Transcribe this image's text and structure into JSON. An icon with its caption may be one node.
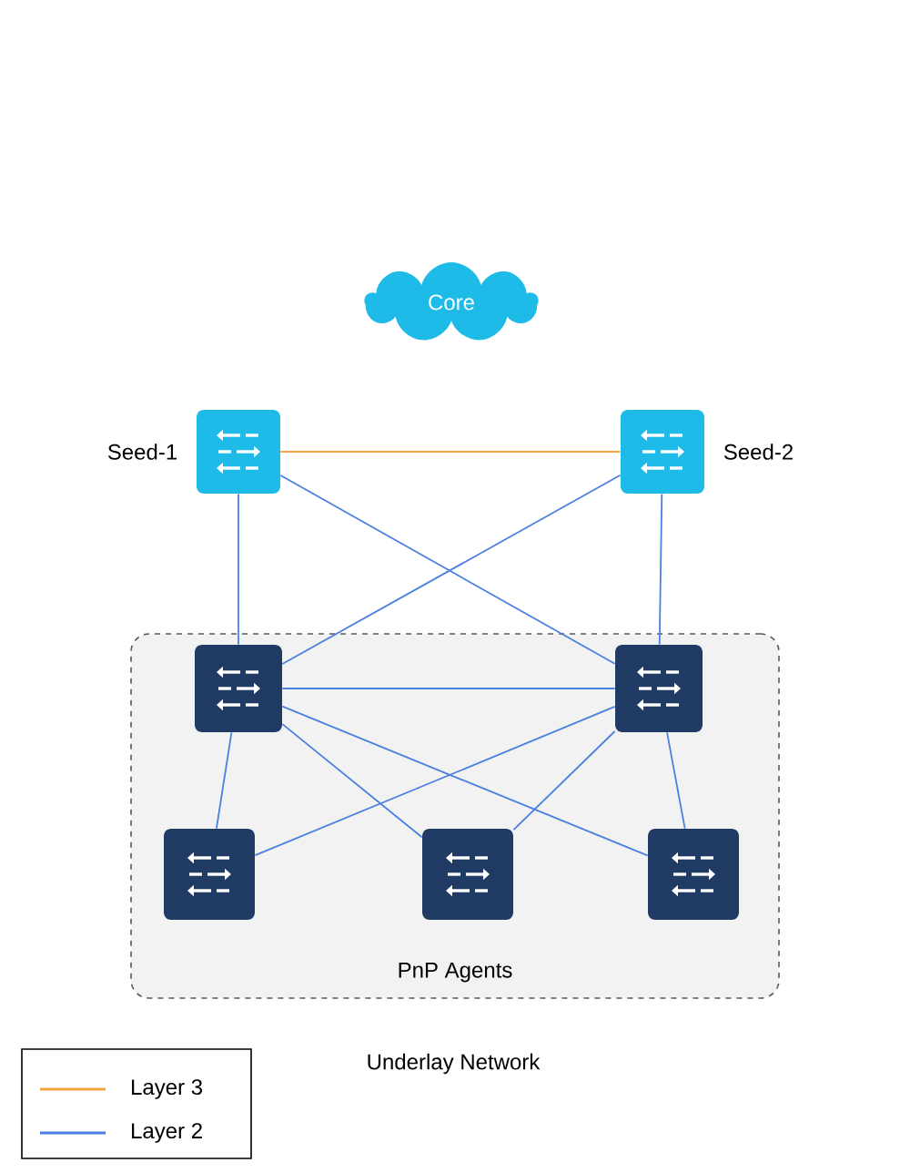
{
  "diagram": {
    "nodes": [
      {
        "text": [
          "Core"
        ]
      },
      {
        "text": [
          "Seed-1"
        ]
      },
      {
        "text": [
          "Seed-2"
        ]
      },
      {
        "text": [
          "PnP Agents"
        ]
      },
      {
        "text": [],
        "shape": "box",
        "in": 3
      },
      {
        "text": [],
        "shape": "box",
        "in": 3
      },
      {
        "text": [],
        "shape": "box",
        "in": 3
      },
      {
        "text": [],
        "shape": "box",
        "in": 3
      },
      {
        "text": [],
        "shape": "box",
        "in": 3
      }
    ],
    "edges": [
      {
        "from": 1,
        "to": 2,
        "arrow": "none",
        "color": "#f5a340"
      },
      {
        "from": 1,
        "to": 4,
        "arrow": "none"
      },
      {
        "from": 1,
        "to": 5,
        "arrow": "none"
      },
      {
        "from": 2,
        "to": 4,
        "arrow": "none"
      },
      {
        "from": 2,
        "to": 5,
        "arrow": "none"
      },
      {
        "from": 4,
        "to": 5,
        "arrow": "none"
      },
      {
        "from": 4,
        "to": 6,
        "arrow": "none"
      },
      {
        "from": 4,
        "to": 7,
        "arrow": "none"
      },
      {
        "from": 4,
        "to": 8,
        "arrow": "none"
      },
      {
        "from": 5,
        "to": 6,
        "arrow": "none"
      },
      {
        "from": 5,
        "to": 7,
        "arrow": "none"
      },
      {
        "from": 5,
        "to": 8,
        "arrow": "none"
      }
    ],
    "labels": [
      "Underlay Network"
    ],
    "legend": [
      {
        "text": "Layer 3",
        "color": "#f5a340"
      },
      {
        "text": "Layer 2",
        "color": "#4a80e0"
      }
    ]
  }
}
